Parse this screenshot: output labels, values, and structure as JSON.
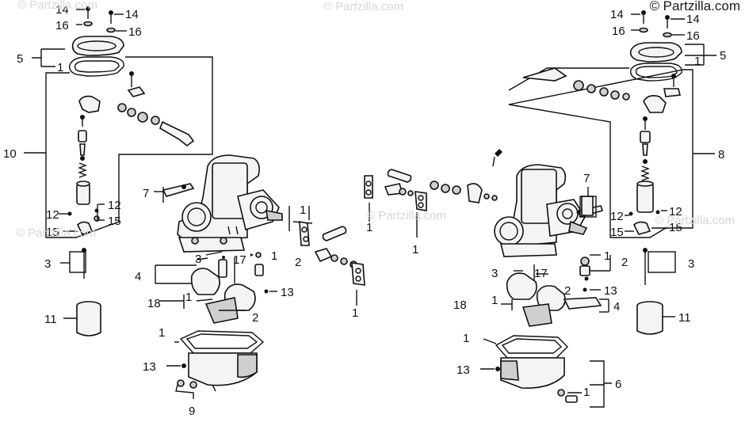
{
  "copyright": "© Partzilla.com",
  "watermark": "© Partzilla.com",
  "callouts_left": {
    "c14a": "14",
    "c14b": "14",
    "c16a": "16",
    "c16b": "16",
    "c5": "5",
    "c1_gasket": "1",
    "c10": "10",
    "c7": "7",
    "c12a": "12",
    "c12b": "12",
    "c15a": "15",
    "c15b": "15",
    "c3_needle": "3",
    "c3_jet": "3",
    "c4": "4",
    "c17": "17",
    "c1_oring": "1",
    "c2": "2",
    "c13_side": "13",
    "c18": "18",
    "c1_float": "1",
    "c2_pin": "2",
    "c1_bowl": "1",
    "c11": "11",
    "c13_bowl": "13",
    "c9": "9"
  },
  "callouts_center": {
    "c1_top": "1",
    "c1_mid": "1",
    "c1_link": "1",
    "c1_right": "1"
  },
  "callouts_right": {
    "c14a": "14",
    "c14b": "14",
    "c16a": "16",
    "c16b": "16",
    "c5": "5",
    "c1_gasket": "1",
    "c8": "8",
    "c7": "7",
    "c12a": "12",
    "c12b": "12",
    "c15a": "15",
    "c15b": "15",
    "c1_oring": "1",
    "c2": "2",
    "c3_needle": "3",
    "c3_jet": "3",
    "c17": "17",
    "c2_pin": "2",
    "c13_side": "13",
    "c18": "18",
    "c1_float": "1",
    "c4": "4",
    "c11": "11",
    "c1_bowl": "1",
    "c13_bowl": "13",
    "c6": "6",
    "c1_drain": "1"
  }
}
